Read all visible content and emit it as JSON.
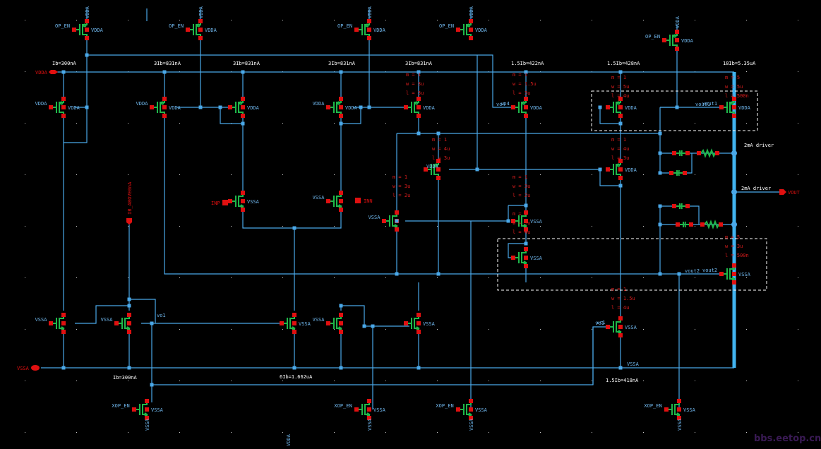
{
  "app": {
    "title": "Opamp schematic (2mA output driver)"
  },
  "colors": {
    "background": "#000000",
    "wire": "#4aa8e8",
    "device": "#1fb84a",
    "pin": "#e01010",
    "param_text": "#d81c1c",
    "net_text": "#6fb6ec",
    "current_text": "#ffffff",
    "selection_box": "#ffffff"
  },
  "ports": [
    {
      "name": "VDDA",
      "type": "inout"
    },
    {
      "name": "VSSA",
      "type": "inout"
    },
    {
      "name": "INP",
      "type": "input"
    },
    {
      "name": "INN",
      "type": "input"
    },
    {
      "name": "VOUT",
      "type": "output"
    },
    {
      "name": "IB_ABOVE0nA",
      "type": "input"
    }
  ],
  "current_labels": [
    "Ib=300nA",
    "3Ib=831nA",
    "3Ib=831nA",
    "3Ib=831nA",
    "3Ib=831nA",
    "1.5Ib=422nA",
    "1.5Ib=428nA",
    "18Ib=5.35uA",
    "Ib=300nA",
    "6Ib=1.662uA",
    "1.5Ib=418nA"
  ],
  "net_labels": {
    "op_en": "OP_EN",
    "xop_en": "XOP_EN",
    "vdda": "VDDA",
    "vssa": "VSSA",
    "vo1": "vo1",
    "vo4": "vo4",
    "vc1": "vc1",
    "vout1": "vout1",
    "vout2": "vout2"
  },
  "annotations": {
    "driver1": "2mA driver",
    "driver2": "2mA driver"
  },
  "device_params": [
    {
      "id": "pmos_3ib_a",
      "m": "m = 1",
      "w": "w = 3u",
      "l": "l = 3u"
    },
    {
      "id": "pmos_vo4",
      "m": "m = 1",
      "w": "w = 1.5u",
      "l": "l = 3u"
    },
    {
      "id": "pmos_1p5ib",
      "m": "m = 1",
      "w": "w = 5u",
      "l": "l = 4u"
    },
    {
      "id": "pmos_out",
      "m": "m = 5",
      "w": "w = 5u",
      "l": "l = 500n"
    },
    {
      "id": "pmos_mid_left",
      "m": "m = 1",
      "w": "w = 4u",
      "l": "l = 3u"
    },
    {
      "id": "pmos_mid_right",
      "m": "m = 1",
      "w": "w = 4u",
      "l": "l = 3u"
    },
    {
      "id": "nmos_left",
      "m": "m = 1",
      "w": "w = 3u",
      "l": "l = 2u"
    },
    {
      "id": "nmos_mid",
      "m": "m = 1",
      "w": "w = 3u",
      "l": "l = 2u"
    },
    {
      "id": "nmos_stack",
      "m": "m = 1",
      "w": "w = 3u",
      "l": "l = 4u"
    },
    {
      "id": "nmos_out",
      "m": "m = 5",
      "w": "w = 3u",
      "l": "l = 500n"
    },
    {
      "id": "nmos_vc1",
      "m": "m = 1",
      "w": "w = 1.5u",
      "l": "l = 4u"
    }
  ],
  "watermark": "bbs.eetop.cn"
}
